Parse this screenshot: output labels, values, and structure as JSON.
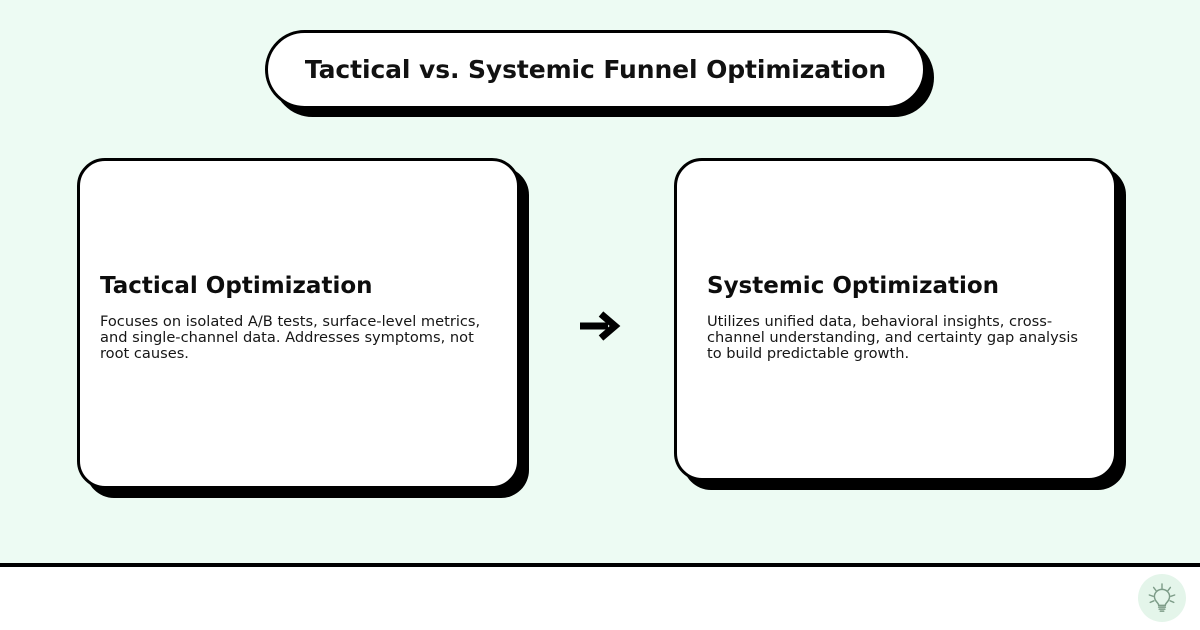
{
  "colors": {
    "background": "#edfbf3",
    "card_background": "#ffffff",
    "border": "#000000",
    "shadow": "#000000",
    "text": "#111111",
    "footer_background": "#ffffff",
    "badge_background": "#e4f5ea",
    "badge_icon": "#7d9c88"
  },
  "header": {
    "title": "Tactical vs. Systemic Funnel Optimization"
  },
  "main": {
    "cards": [
      {
        "heading": "Tactical Optimization",
        "body": "Focuses on isolated A/B tests, surface-level metrics, and single-channel data. Addresses symptoms, not root causes."
      },
      {
        "heading": "Systemic Optimization",
        "body": "Utilizes unified data, behavioral insights, cross-channel understanding, and certainty gap analysis to build predictable growth."
      }
    ],
    "connector": {
      "icon": "arrow-right-icon",
      "glyph": "→"
    }
  },
  "footer": {
    "badge_icon": "lightbulb-icon"
  }
}
